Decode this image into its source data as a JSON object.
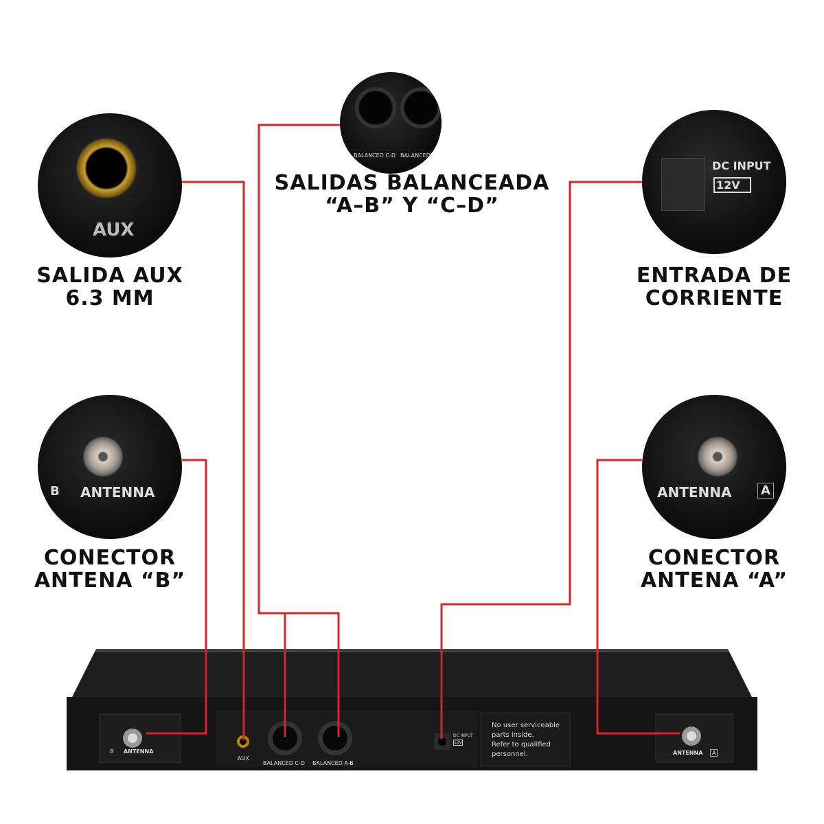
{
  "callouts": {
    "aux": {
      "line1": "SALIDA AUX",
      "line2": "6.3 MM",
      "panel_label": "AUX"
    },
    "balanced": {
      "line1": "SALIDAS BALANCEADA",
      "line2": "“A–B” Y “C–D”",
      "panel_label_cd": "BALANCED  C-D",
      "panel_label_ab": "BALANCED  A-B"
    },
    "dc": {
      "line1": "ENTRADA DE",
      "line2": "CORRIENTE",
      "panel_label": "DC INPUT",
      "voltage": "12V"
    },
    "antenna_b": {
      "line1": "CONECTOR",
      "line2": "ANTENA “B”",
      "panel_letter": "B",
      "panel_label": "ANTENNA"
    },
    "antenna_a": {
      "line1": "CONECTOR",
      "line2": "ANTENA “A”",
      "panel_letter": "A",
      "panel_label": "ANTENNA"
    }
  },
  "device": {
    "b_label": "B",
    "b_antenna": "ANTENNA",
    "aux": "AUX",
    "bal_cd": "BALANCED  C-D",
    "bal_ab": "BALANCED  A-B",
    "dc_input": "DC INPUT",
    "dc_voltage": "12V",
    "notice": [
      "No user serviceable",
      "parts inside.",
      "Refer to qualified",
      "personnel."
    ],
    "a_antenna": "ANTENNA",
    "a_label": "A"
  },
  "colors": {
    "line": "#d8232a"
  }
}
